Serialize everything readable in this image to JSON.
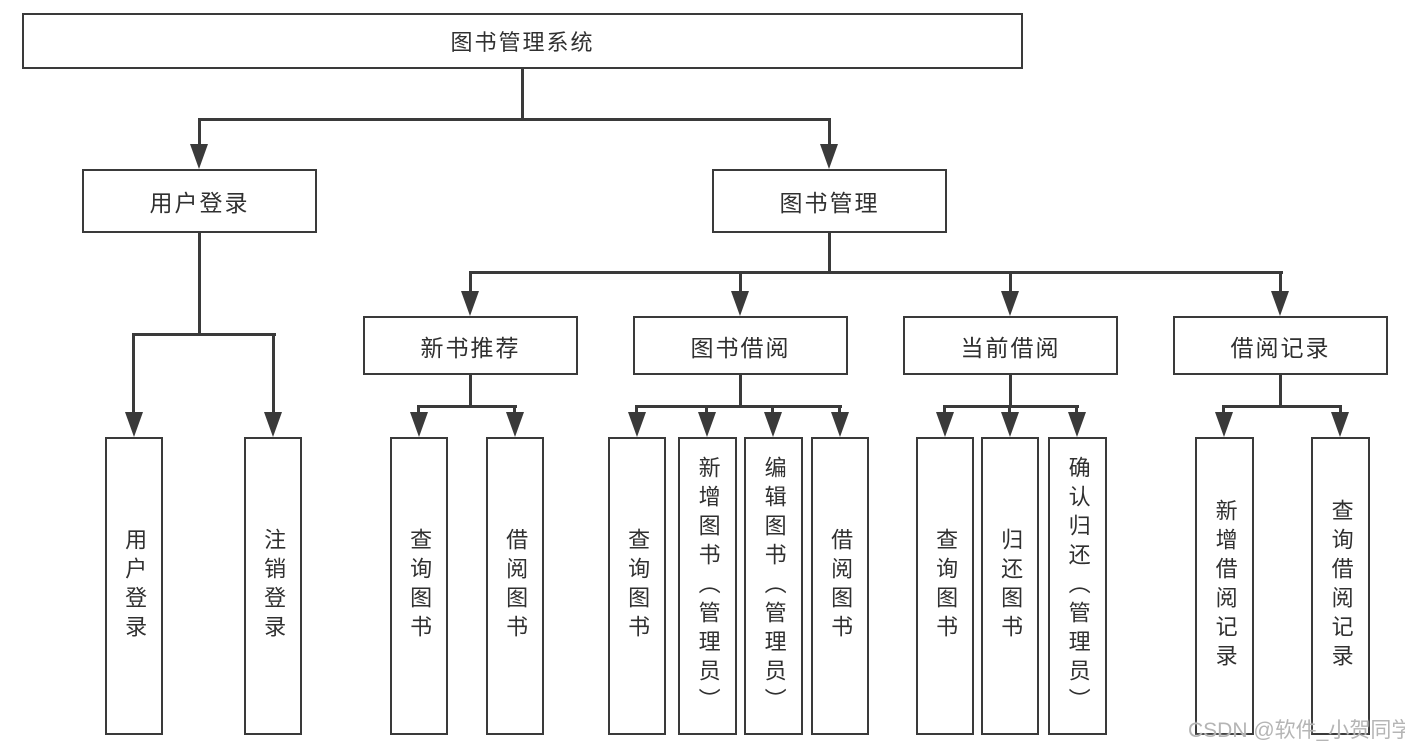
{
  "diagram": {
    "root": {
      "label": "图书管理系统"
    },
    "level1": [
      {
        "label": "用户登录",
        "children": [
          {
            "label": "用户登录"
          },
          {
            "label": "注销登录"
          }
        ]
      },
      {
        "label": "图书管理",
        "children": [
          {
            "label": "新书推荐",
            "children": [
              {
                "label": "查询图书"
              },
              {
                "label": "借阅图书"
              }
            ]
          },
          {
            "label": "图书借阅",
            "children": [
              {
                "label": "查询图书"
              },
              {
                "label": "新增图书（管理员）"
              },
              {
                "label": "编辑图书（管理员）"
              },
              {
                "label": "借阅图书"
              }
            ]
          },
          {
            "label": "当前借阅",
            "children": [
              {
                "label": "查询图书"
              },
              {
                "label": "归还图书"
              },
              {
                "label": "确认归还（管理员）"
              }
            ]
          },
          {
            "label": "借阅记录",
            "children": [
              {
                "label": "新增借阅记录"
              },
              {
                "label": "查询借阅记录"
              }
            ]
          }
        ]
      }
    ]
  },
  "watermark": {
    "text": "CSDN @软件_小贺同学"
  },
  "colors": {
    "line": "#3a3a3a",
    "text": "#303030",
    "box_bg": "#ffffff",
    "watermark": "#b5b5b5",
    "background": "#ffffff"
  }
}
